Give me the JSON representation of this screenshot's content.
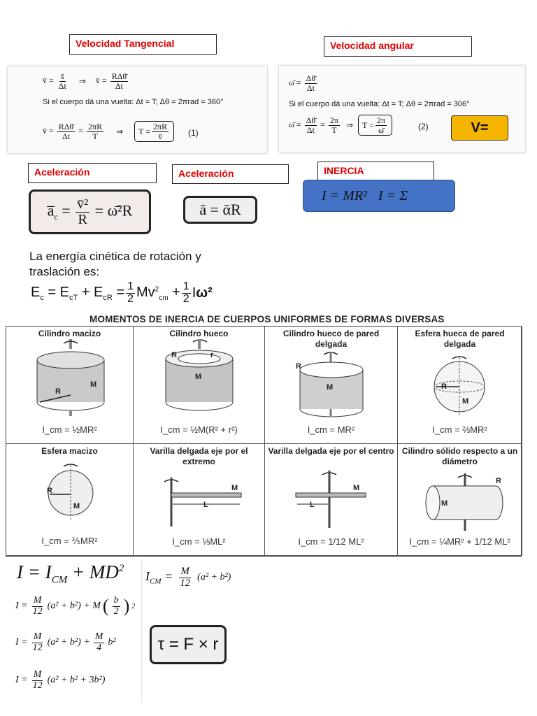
{
  "labels": {
    "vel_tangencial": "Velocidad Tangencial",
    "vel_angular": "Velocidad angular",
    "aceleracion_1": "Aceleración",
    "aceleracion_2": "Aceleración",
    "inercia": "INERCIA"
  },
  "tangencial": {
    "line1_a": "v = s / Δt",
    "line1_arrow": "⇒",
    "line1_b": "v = RΔθ / Δt",
    "line2": "Si el cuerpo dá una vuelta:   Δt = T;   Δθ = 2πrad = 360°",
    "line3": "v = RΔθ/Δt = 2πR/T  ⇒  T = 2πR / v",
    "eq_number": "(1)"
  },
  "angular": {
    "line1": "ω = Δθ / Δt",
    "line2": "Si el cuerpo dá una vuelta:  Δt = T;   Δθ = 2πrad = 306°",
    "line3": "ω = Δθ/Δt = 2π/T ⇒ T = 2π/ω",
    "eq_number": "(2)",
    "highlight": "V="
  },
  "accel": {
    "centripetal": "a_c = v²/R = ω²R",
    "tangential": "a = αR"
  },
  "inertia_banner": {
    "text1": "I = MR²",
    "text2": "I = Σ",
    "color": "#4472c4"
  },
  "energy": {
    "line1": "La energía cinética de rotación y",
    "line2": "traslación es:",
    "formula": "E_c = E_cT + E_cR = ½Mv²cm + ½Iω²"
  },
  "table": {
    "title": "MOMENTOS DE INERCIA DE CUERPOS UNIFORMES DE FORMAS DIVERSAS",
    "cells": [
      {
        "title": "Cilindro macizo",
        "formula": "I_cm = ½MR²"
      },
      {
        "title": "Cilindro hueco",
        "formula": "I_cm = ½M(R² + r²)"
      },
      {
        "title": "Cilindro hueco de pared delgada",
        "formula": "I_cm = MR²"
      },
      {
        "title": "Esfera hueca de pared delgada",
        "formula": "I_cm = ⅔MR²"
      },
      {
        "title": "Esfera macizo",
        "formula": "I_cm = ⅖MR²"
      },
      {
        "title": "Varilla delgada eje por el extremo",
        "formula": "I_cm = ⅓ML²"
      },
      {
        "title": "Varilla delgada eje por el centro",
        "formula": "I_cm = 1/12 ML²"
      },
      {
        "title": "Cilindro sólido respecto a un diámetro",
        "formula": "I_cm = ¼MR² + 1/12 ML²"
      }
    ]
  },
  "bottom": {
    "steiner": "I = I_CM + MD²",
    "icm": "I_CM = M/12 (a² + b²)",
    "step1": "I = M/12 (a² + b²) + M (b/2)²",
    "step2": "I = M/12 (a² + b²) + M/4 b²",
    "step3": "I = M/12 (a² + b² + 3b²)",
    "torque": "τ = F × r"
  },
  "colors": {
    "label_text": "#e00000",
    "highlight_bg": "#f5b400",
    "banner": "#4472c4"
  }
}
